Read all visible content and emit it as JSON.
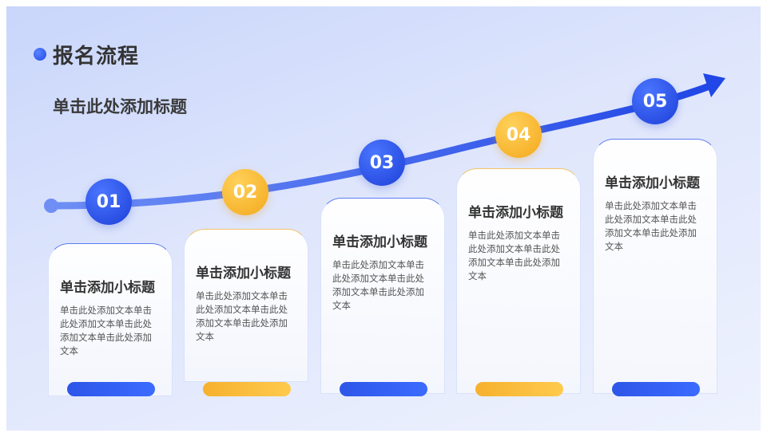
{
  "header": {
    "title": "报名流程",
    "subtitle": "单击此处添加标题"
  },
  "steps": [
    {
      "number": "01",
      "title": "单击添加小标题",
      "body": "单击此处添加文本单击此处添加文本单击此处添加文本单击此处添加文本",
      "accent": "blue"
    },
    {
      "number": "02",
      "title": "单击添加小标题",
      "body": "单击此处添加文本单击此处添加文本单击此处添加文本单击此处添加文本",
      "accent": "yellow"
    },
    {
      "number": "03",
      "title": "单击添加小标题",
      "body": "单击此处添加文本单击此处添加文本单击此处添加文本单击此处添加文本",
      "accent": "blue"
    },
    {
      "number": "04",
      "title": "单击添加小标题",
      "body": "单击此处添加文本单击此处添加文本单击此处添加文本单击此处添加文本",
      "accent": "yellow"
    },
    {
      "number": "05",
      "title": "单击添加小标题",
      "body": "单击此处添加文本单击此处添加文本单击此处添加文本单击此处添加文本",
      "accent": "blue"
    }
  ],
  "colors": {
    "blue": "#2548e6",
    "yellow": "#f6b12e",
    "text": "#333333"
  }
}
